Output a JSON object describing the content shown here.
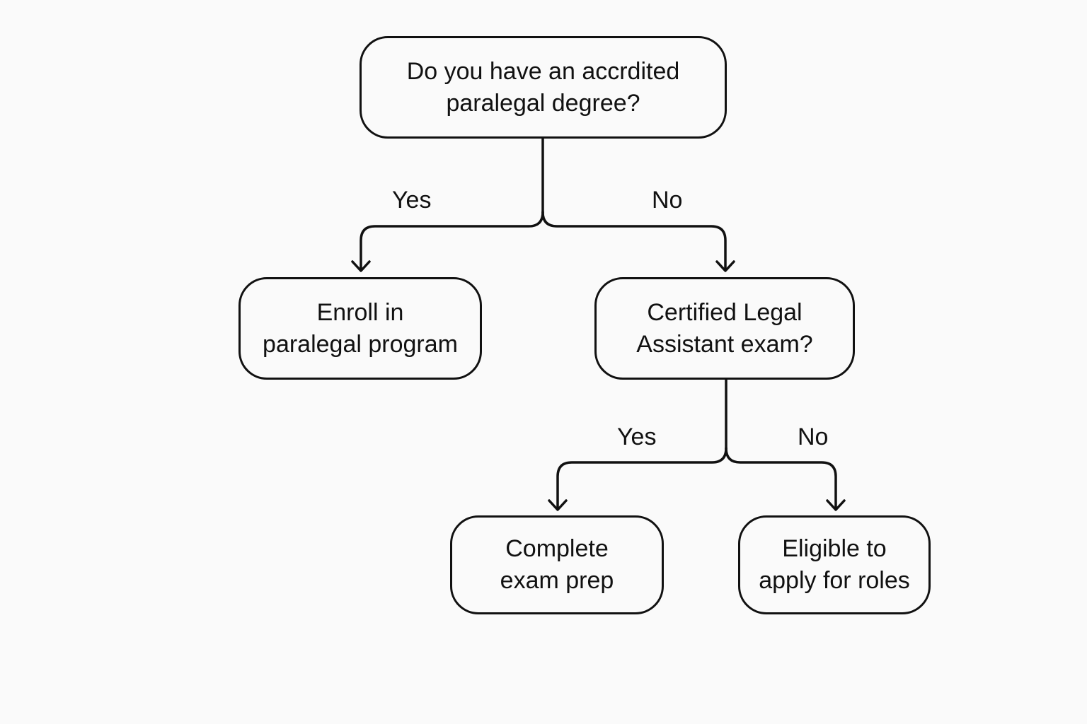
{
  "nodes": {
    "root": {
      "line1": "Do you have an accrdited",
      "line2": "paralegal degree?"
    },
    "enroll": {
      "line1": "Enroll in",
      "line2": "paralegal program"
    },
    "cla_exam": {
      "line1": "Certified Legal",
      "line2": "Assistant exam?"
    },
    "exam_prep": {
      "line1": "Complete",
      "line2": "exam prep"
    },
    "eligible": {
      "line1": "Eligible to",
      "line2": "apply for roles"
    }
  },
  "edge_labels": {
    "root_yes": "Yes",
    "root_no": "No",
    "cla_yes": "Yes",
    "cla_no": "No"
  },
  "colors": {
    "background": "#fafafa",
    "stroke": "#111111"
  }
}
